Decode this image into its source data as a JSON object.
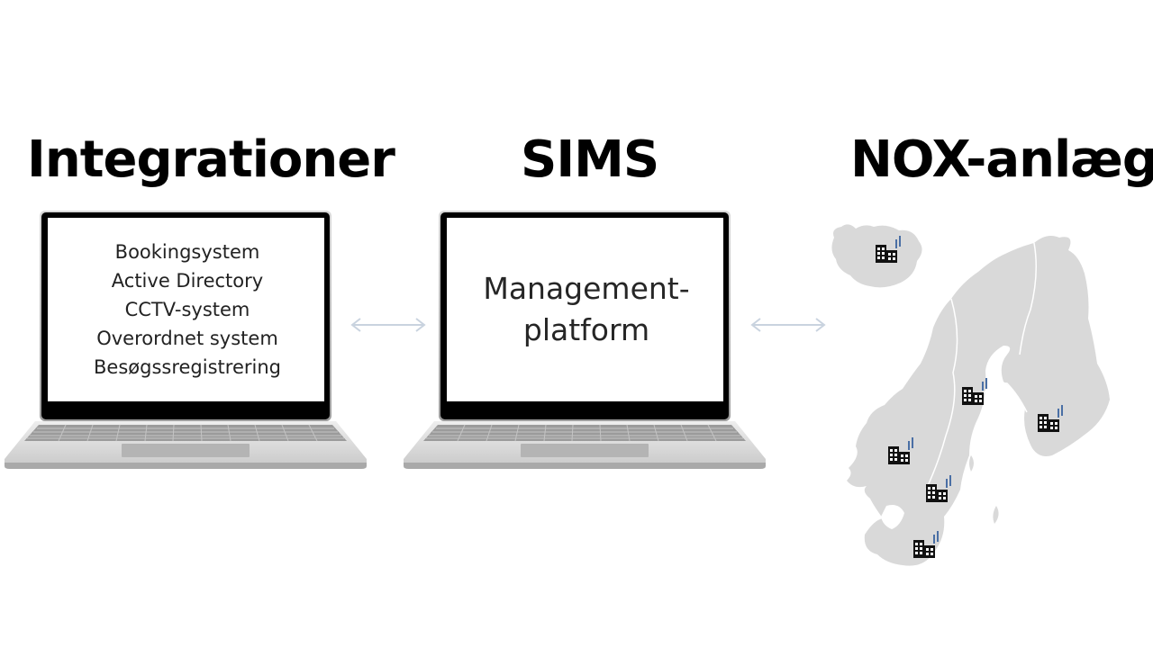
{
  "headings": {
    "integrationer": "Integrationer",
    "sims": "SIMS",
    "nox": "NOX-anlæg"
  },
  "integrations": {
    "items": [
      "Bookingsystem",
      "Active Directory",
      "CCTV-system",
      "Overordnet system",
      "Besøgssregistrering"
    ]
  },
  "platform": {
    "line1": "Management-",
    "line2": "platform"
  },
  "icons": {
    "connector": "double-arrow-icon",
    "site": "factory-building-icon"
  },
  "colors": {
    "heading": "#000000",
    "screen_text": "#222222",
    "map_land": "#d9d9d9",
    "arrow": "#c9d3df",
    "screen_bezel": "#000000"
  }
}
